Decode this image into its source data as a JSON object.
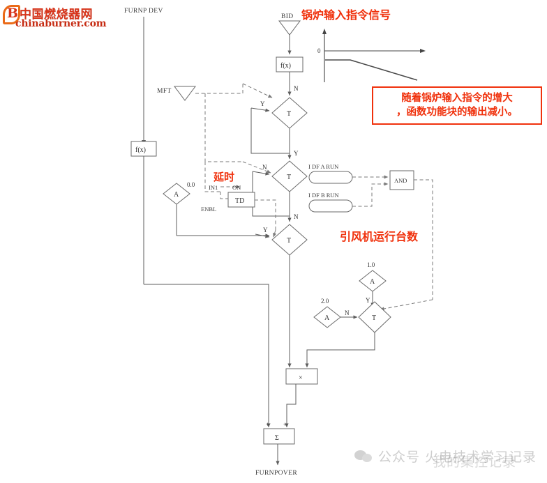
{
  "logo": {
    "mark": "B",
    "chinese": "中国燃烧器网",
    "english": "chinaburner.com"
  },
  "annotations": {
    "boiler_input_signal": "锅炉输入指令信号",
    "delay": "延时",
    "idfan_run_count": "引风机运行台数",
    "box_line1": "随着锅炉输入指令的增大",
    "box_line2": "，函数功能块的输出减小。",
    "accent_color": "#f0310c"
  },
  "diagram": {
    "inputs": {
      "furnp_dev": "FURNP DEV",
      "bid": "BID",
      "mft": "MFT",
      "idf_a_run": "I DF A RUN",
      "idf_b_run": "I DF B RUN"
    },
    "blocks": {
      "fx_top": "f(x)",
      "fx_left": "f(x)",
      "td": "TD",
      "and": "AND",
      "multiply": "×",
      "sum": "Σ"
    },
    "td_ports": {
      "in1": "IN1",
      "enbl": "ENBL",
      "on": "ON"
    },
    "selectors": {
      "t1": "T",
      "t2": "T",
      "t3": "T",
      "t4": "T"
    },
    "constants": {
      "a_zero": {
        "symbol": "A",
        "value": "0.0"
      },
      "a_one": {
        "symbol": "A",
        "value": "1.0"
      },
      "a_two": {
        "symbol": "A",
        "value": "2.0"
      }
    },
    "branch_labels": {
      "t1_n": "N",
      "t1_y": "Y",
      "t2_n": "N",
      "t2_y": "Y",
      "t3_n": "N",
      "t3_y": "Y",
      "t4_n": "N",
      "t4_y": "Y"
    },
    "sum_signs": {
      "left": "+",
      "right": "+"
    },
    "output": "FURNPOVER"
  },
  "chart_data": {
    "type": "line",
    "title": "",
    "xlabel": "",
    "ylabel": "",
    "origin_label": "0",
    "x": [
      0,
      30,
      100
    ],
    "y": [
      -18,
      -18,
      -62
    ],
    "xlim": [
      0,
      100
    ],
    "ylim": [
      -80,
      10
    ],
    "grid": false,
    "legend": null,
    "description": "Function block output decreases as boiler input demand increases: flat then falling ramp below zero axis."
  },
  "watermark": {
    "primary": "公众号 火电技术学习记录",
    "secondary": "我的集控记录"
  }
}
